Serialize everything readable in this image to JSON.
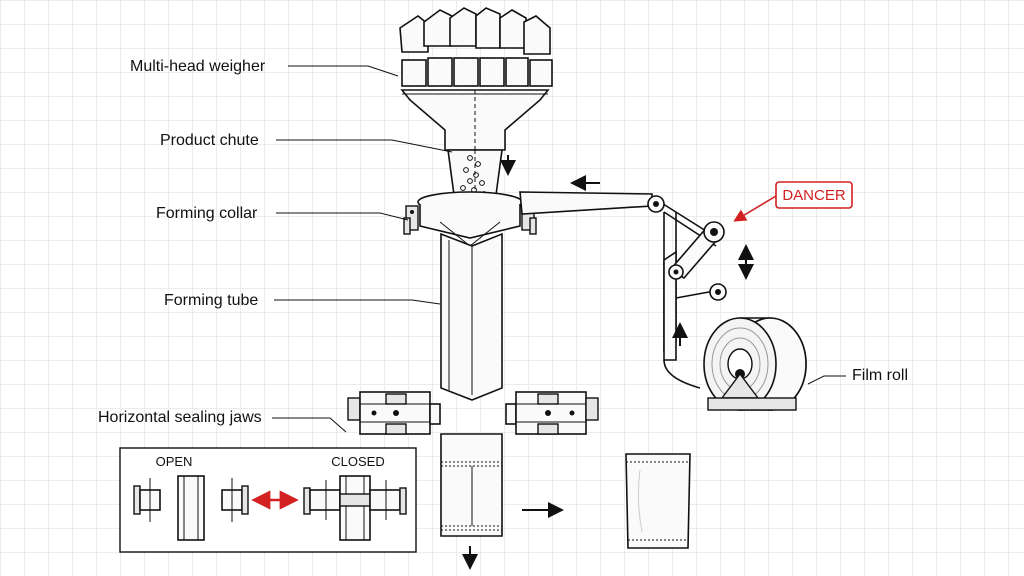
{
  "labels": {
    "multihead": "Multi-head weigher",
    "chute": "Product chute",
    "collar": "Forming collar",
    "tube": "Forming tube",
    "jaws": "Horizontal sealing jaws",
    "film_roll": "Film roll",
    "dancer": "DANCER"
  },
  "inset": {
    "open": "OPEN",
    "closed": "CLOSED"
  },
  "colors": {
    "accent": "#d32020",
    "ink": "#111111"
  }
}
